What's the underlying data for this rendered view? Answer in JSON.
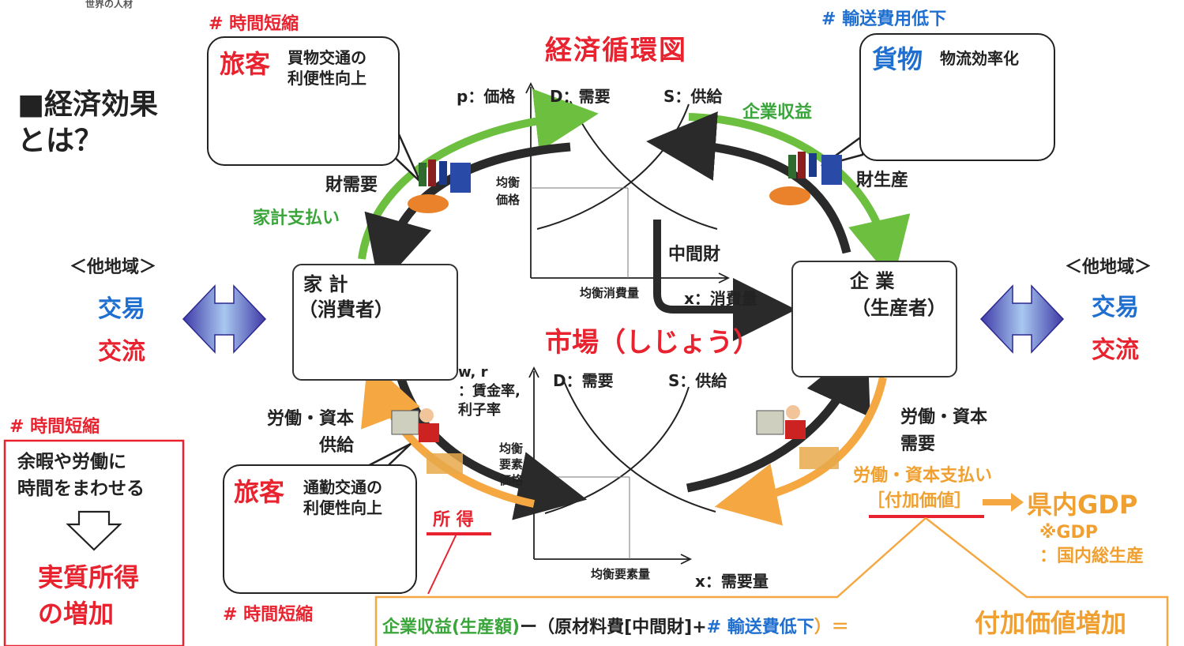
{
  "header_logo": "世界の人材",
  "title": "経済循環図",
  "heading": "■経済効果\nとは？",
  "tags": {
    "time_short": "# 時間短縮",
    "transport_cost": "# 輸送費用低下"
  },
  "bubbles": {
    "passenger_top": {
      "title": "旅客",
      "text": "買物交通の\n利便性向上"
    },
    "cargo": {
      "title": "貨物",
      "text": "物流効率化"
    },
    "passenger_bottom": {
      "title": "旅客",
      "text": "通勤交通の\n利便性向上"
    }
  },
  "flows": {
    "household_pay": "家計支払い",
    "company_revenue": "企業収益",
    "goods_demand": "財需要",
    "goods_production": "財生産",
    "intermediate": "中間財",
    "labor_supply": "労働・資本\n供給",
    "labor_demand": "労働・資本\n需要",
    "labor_pay": "労働・資本支払い",
    "income": "所 得"
  },
  "nodes": {
    "household": {
      "line1": "家 計",
      "line2": "（消費者）"
    },
    "company": {
      "line1": "企 業",
      "line2": "（生産者）"
    },
    "market": "市場（しじょう）"
  },
  "other_region": {
    "left": {
      "label": "＜他地域＞",
      "trade": "交易",
      "exchange": "交流"
    },
    "right": {
      "label": "＜他地域＞",
      "trade": "交易",
      "exchange": "交流"
    }
  },
  "chart_top": {
    "y_axis": "p：価格",
    "demand": "D：需要",
    "supply": "S：供給",
    "eq_price": "均衡\n価格",
    "eq_qty": "均衡消費量",
    "x_axis": "x：消費量"
  },
  "chart_bottom": {
    "y_axis": "w, r\n：賃金率,\n利子率",
    "demand": "D：需要",
    "supply": "S：供給",
    "eq_price": "均衡\n要素\n価格",
    "eq_qty": "均衡要素量",
    "x_axis": "x：需要量"
  },
  "left_box": {
    "text": "余暇や労働に\n時間をまわせる",
    "result": "実質所得\nの増加"
  },
  "value_added": {
    "label": "［付加価値］",
    "gdp": "県内GDP",
    "note": "※GDP\n：国内総生産"
  },
  "formula": {
    "part1": "企業収益(生産額)",
    "part2": "ー（原材料費[中間財]+",
    "part3": "# 輸送費低下",
    "part4": "）＝",
    "result": "付加価値増加"
  },
  "colors": {
    "red": "#e8232f",
    "blue": "#1f6fd0",
    "green": "#3aa53a",
    "orange": "#f0a030",
    "dark": "#333333"
  }
}
